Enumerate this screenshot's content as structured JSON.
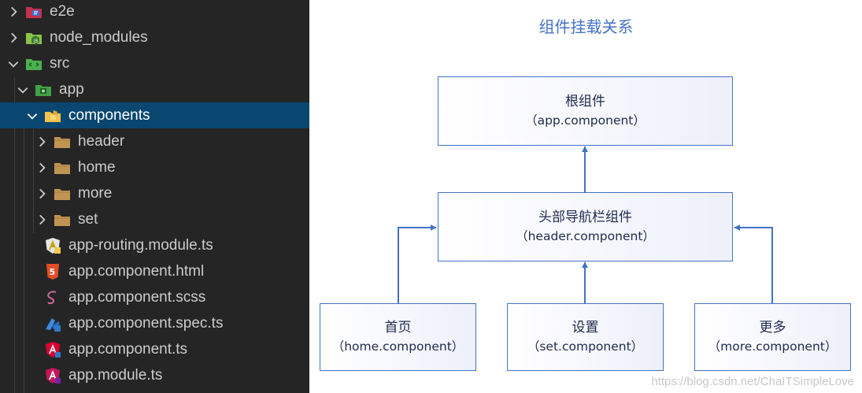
{
  "explorer": {
    "items": [
      {
        "label": "e2e",
        "type": "folder",
        "icon": "e2e-folder-icon",
        "expanded": false
      },
      {
        "label": "node_modules",
        "type": "folder",
        "icon": "node-modules-folder-icon",
        "expanded": false
      },
      {
        "label": "src",
        "type": "folder",
        "icon": "src-folder-icon",
        "expanded": true
      },
      {
        "label": "app",
        "type": "folder",
        "icon": "app-folder-icon",
        "expanded": true
      },
      {
        "label": "components",
        "type": "folder",
        "icon": "components-folder-icon",
        "expanded": true,
        "selected": true
      },
      {
        "label": "header",
        "type": "folder",
        "icon": "folder-icon",
        "expanded": false
      },
      {
        "label": "home",
        "type": "folder",
        "icon": "folder-icon",
        "expanded": false
      },
      {
        "label": "more",
        "type": "folder",
        "icon": "folder-icon",
        "expanded": false
      },
      {
        "label": "set",
        "type": "folder",
        "icon": "folder-icon",
        "expanded": false
      },
      {
        "label": "app-routing.module.ts",
        "type": "file",
        "icon": "angular-routing-icon"
      },
      {
        "label": "app.component.html",
        "type": "file",
        "icon": "html5-icon"
      },
      {
        "label": "app.component.scss",
        "type": "file",
        "icon": "sass-icon"
      },
      {
        "label": "app.component.spec.ts",
        "type": "file",
        "icon": "spec-test-icon"
      },
      {
        "label": "app.component.ts",
        "type": "file",
        "icon": "angular-component-icon"
      },
      {
        "label": "app.module.ts",
        "type": "file",
        "icon": "angular-module-icon"
      }
    ]
  },
  "diagram": {
    "title": "组件挂载关系",
    "nodes": {
      "root": {
        "name": "根组件",
        "sub": "（app.component）"
      },
      "header": {
        "name": "头部导航栏组件",
        "sub": "（header.component）"
      },
      "home": {
        "name": "首页",
        "sub": "（home.component）"
      },
      "set": {
        "name": "设置",
        "sub": "（set.component）"
      },
      "more": {
        "name": "更多",
        "sub": "（more.component）"
      }
    },
    "colors": {
      "accent": "#4472c4",
      "text": "#1f2a4d"
    }
  },
  "watermark": "https://blog.csdn.net/ChaITSimpleLove"
}
